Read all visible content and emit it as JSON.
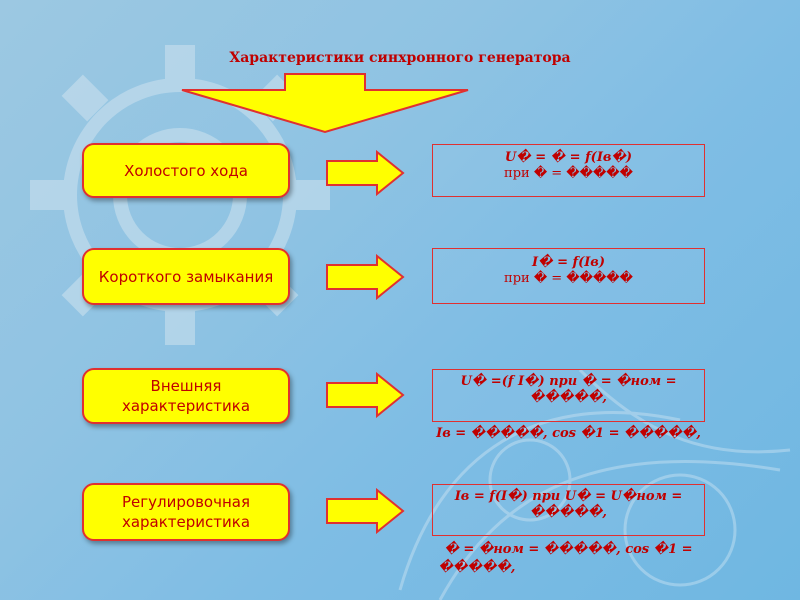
{
  "title": "Характеристики синхронного генератора",
  "colors": {
    "label_fill": "#ffff00",
    "accent": "#c00000",
    "border": "#e03030"
  },
  "rows": [
    {
      "label": "Холостого хода",
      "formula_lines": [
        "𝑼� = � = 𝒇(𝑰в�)",
        "при � = �����"
      ],
      "extra_lines": []
    },
    {
      "label": "Короткого замыкания",
      "formula_lines": [
        "𝑰� = 𝒇(𝑰в)",
        "при � = �����"
      ],
      "extra_lines": []
    },
    {
      "label": "Внешняя характеристика",
      "formula_lines": [
        "𝑼� =(𝒇  𝑰�)      при � = �ном =",
        "�����,"
      ],
      "extra_lines": [
        "𝑰в = �����, cos �1 = �����,"
      ]
    },
    {
      "label": "Регулировочная характеристика",
      "formula_lines": [
        "𝑰в = 𝒇(𝑰�)      при 𝑼� = 𝑼�ном =",
        "�����,"
      ],
      "extra_lines": [
        "� = �ном = �����, cos �1 =",
        "�����,"
      ]
    }
  ]
}
